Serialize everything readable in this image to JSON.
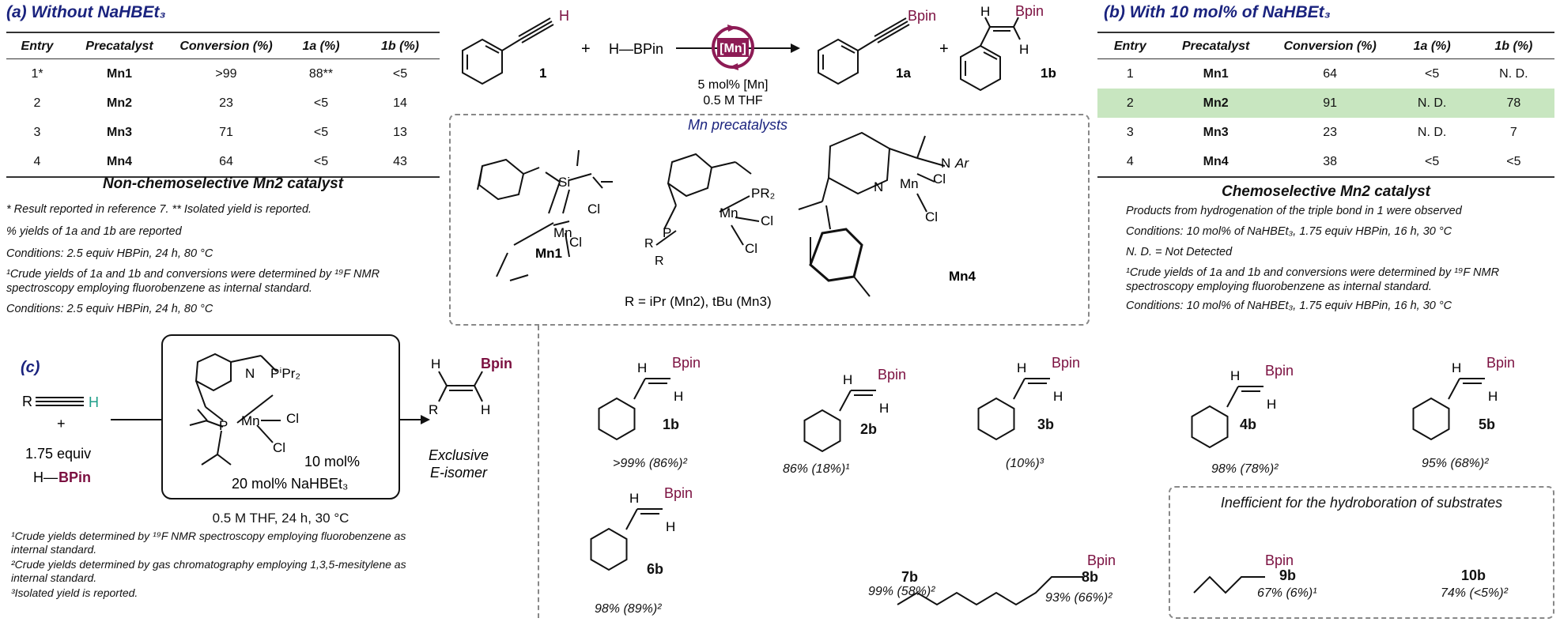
{
  "panel_a": {
    "title": "(a) Without NaHBEt₃",
    "headers": [
      "Entry",
      "Precatalyst",
      "Conversion (%)",
      "1a (%)",
      "1b (%)"
    ],
    "rows": [
      [
        "1*",
        "Mn1",
        ">99",
        "88**",
        "<5"
      ],
      [
        "2",
        "Mn2",
        "23",
        "<5",
        "14"
      ],
      [
        "3",
        "Mn3",
        "71",
        "<5",
        "13"
      ],
      [
        "4",
        "Mn4",
        "64",
        "<5",
        "43"
      ]
    ],
    "caption": "Non-chemoselective Mn2 catalyst",
    "notes": [
      "* Result reported in reference 7. ** Isolated yield is reported.",
      "% yields of 1a and 1b are reported",
      "Conditions: 2.5 equiv HBPin, 24 h, 80 °C",
      "¹Crude yields of 1a and 1b and conversions were determined by ¹⁹F NMR spectroscopy employing fluorobenzene as internal standard.",
      "Conditions: 2.5 equiv HBPin, 24 h, 80 °C"
    ]
  },
  "panel_b": {
    "title": "(b) With 10 mol% of NaHBEt₃",
    "headers": [
      "Entry",
      "Precatalyst",
      "Conversion (%)",
      "1a (%)",
      "1b (%)"
    ],
    "rows": [
      [
        "1",
        "Mn1",
        "64",
        "<5",
        "N. D."
      ],
      [
        "2",
        "Mn2",
        "91",
        "N. D.",
        "78"
      ],
      [
        "3",
        "Mn3",
        "23",
        "N. D.",
        "7"
      ],
      [
        "4",
        "Mn4",
        "38",
        "<5",
        "<5"
      ]
    ],
    "highlight_color": "#c8e6c0",
    "caption": "Chemoselective Mn2 catalyst",
    "notes": [
      "Products from hydrogenation of the triple bond in 1 were observed",
      "Conditions: 10 mol% of NaHBEt₃, 1.75 equiv HBPin, 16 h, 30 °C",
      "N. D. = Not Detected",
      "¹Crude yields of 1a and 1b and conversions were determined by ¹⁹F NMR spectroscopy employing fluorobenzene as internal standard.",
      "Conditions: 10 mol% of NaHBEt₃, 1.75 equiv HBPin, 16 h, 30 °C"
    ]
  },
  "scheme": {
    "catalyst_label": "[Mn]",
    "conditions_1": "5 mol% [Mn]",
    "conditions_2": "0.5 M THF",
    "reagent": "H—BPin",
    "plus": "+",
    "compound_1": "1",
    "compound_1a": "1a",
    "compound_1b": "1b",
    "bpin": "Bpin",
    "h": "H",
    "precatalysts_title": "Mn precatalysts",
    "r_definition": "R = iPr (Mn2), tBu (Mn3)",
    "mn1": "Mn1",
    "mn4": "Mn4"
  },
  "panel_c": {
    "title": "(c)",
    "equiv": "1.75 equiv",
    "catalyst_loading": "10 mol%",
    "additive": "20 mol% NaHBEt₃",
    "conditions": "0.5 M THF, 24 h, 30 °C",
    "product_note_1": "Exclusive",
    "product_note_2": "E-isomer",
    "notes": [
      "¹Crude yields determined by ¹⁹F NMR spectroscopy employing fluorobenzene as internal standard.",
      "²Crude yields determined by gas chromatography employing 1,3,5-mesitylene as internal standard.",
      "³Isolated yield is reported."
    ]
  },
  "substrates": [
    {
      "id": "1b",
      "yield": ">99% (86%)²"
    },
    {
      "id": "2b",
      "yield": "86% (18%)¹"
    },
    {
      "id": "3b",
      "yield": "(10%)³"
    },
    {
      "id": "4b",
      "yield": "98% (78%)²"
    },
    {
      "id": "5b",
      "yield": "95% (68%)²"
    },
    {
      "id": "6b",
      "yield": "98% (89%)²"
    },
    {
      "id": "7b",
      "yield": "99% (58%)²"
    },
    {
      "id": "8b",
      "yield": "93% (66%)²"
    },
    {
      "id": "9b",
      "yield": "67% (6%)¹"
    },
    {
      "id": "10b",
      "yield": "74% (<5%)²"
    }
  ],
  "inefficient_title": "Inefficient for the hydroboration of substrates",
  "colors": {
    "accent_blue": "#1a237e",
    "bpin_maroon": "#7b1040",
    "alkyne_teal": "#1f9e89"
  }
}
